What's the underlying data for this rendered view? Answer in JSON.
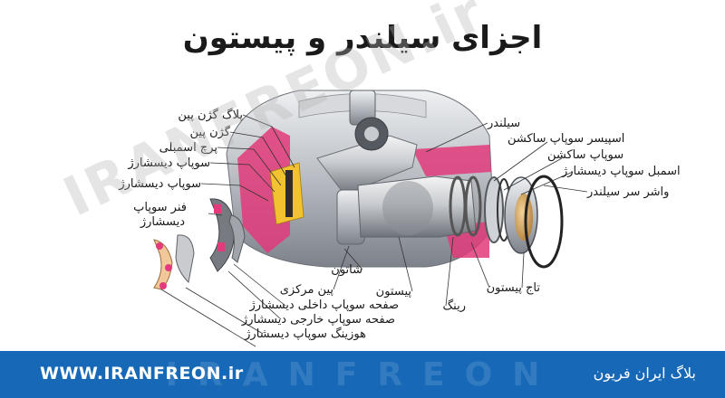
{
  "title": "اجزای سیلندر و پیستون",
  "watermark": "IRANFREON.ir",
  "labels": {
    "valve_plate_pin": "پلاگ گژن پین",
    "gudgeon_pin": "گژن پین",
    "assembly_pin": "پرچ اسمبلی",
    "discharge_valve_1": "سوپاپ دیسشارژ",
    "discharge_valve_2": "سوپاپ دیسشارژ",
    "discharge_valve_spring_1": "فنر سوپاپ",
    "discharge_valve_spring_2": "دیسشارژ",
    "connecting_rod": "شاتون",
    "center_pin": "پین مرکزی",
    "piston": "پیستون",
    "inner_discharge_plate": "صفحه سوپاپ داخلی دیسشارژ",
    "outer_discharge_plate": "صفحه سوپاپ خارجی دیسشارژ",
    "discharge_valve_housing": "هوزینگ سوپاپ دیسشارژ",
    "cylinder": "سیلندر",
    "suction_valve_spacer": "اسپیسر سوپاپ ساکشن",
    "suction_valve": "سوپاپ ساکشن",
    "discharge_valve_assembly": "اسمبل سوپاپ دیسشارژ",
    "cylinder_head_washer": "واشر سر سیلندر",
    "ring": "رینگ",
    "piston_crown": "تاج پیستون"
  },
  "footer": {
    "url": "WWW.IRANFREON.ir",
    "blog": "بلاگ ایران فریون",
    "background_word": "IRANFREON"
  },
  "colors": {
    "footer_bg": "#1769b8",
    "section_red": "#e23a7a",
    "metal": "#b8bcc2",
    "brass": "#d9a45a"
  }
}
